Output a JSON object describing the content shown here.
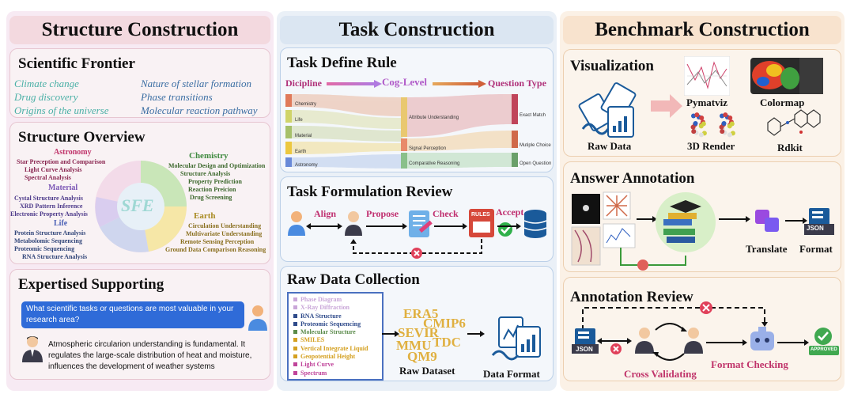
{
  "columns": {
    "structure": {
      "header": "Structure Construction"
    },
    "task": {
      "header": "Task Construction"
    },
    "benchmark": {
      "header": "Benchmark Construction"
    }
  },
  "scientific_frontier": {
    "title": "Scientific Frontier",
    "items_left": [
      "Climate change",
      "Drug discovery",
      "Origins of the universe"
    ],
    "items_right": [
      "Nature of stellar formation",
      "Phase transitions",
      "Molecular reaction pathway"
    ]
  },
  "structure_overview": {
    "title": "Structure Overview",
    "center": "SFE",
    "astronomy": {
      "name": "Astronomy",
      "items": [
        "Star Preception and Comparison",
        "Light Curve Analysis",
        "Spectral Analysis"
      ]
    },
    "material": {
      "name": "Material",
      "items": [
        "Cystal Structure Analysis",
        "XRD Pattern Inference",
        "Electronic Property Analysis"
      ]
    },
    "life": {
      "name": "Life",
      "items": [
        "Protein Structure Analysis",
        "Metabolomic Sequencing",
        "Proteomic Sequencing",
        "RNA Structure Analysis"
      ]
    },
    "chemistry": {
      "name": "Chemistry",
      "items": [
        "Molecular Design and Optimization",
        "Structure Analysis",
        "Property Prediction",
        "Reaction Preicion",
        "Drug Screening"
      ]
    },
    "earth": {
      "name": "Earth",
      "items": [
        "Circulation Understanding",
        "Multivariate Understanding",
        "Remote Sensing Perception",
        "Ground Data Comparison Reasoning"
      ]
    }
  },
  "expertised_supporting": {
    "title": "Expertised Supporting",
    "question": "What scientific tasks or questions are most valuable in your research area?",
    "answer": "Atmospheric circularion understanding is fundamental. It regulates the large-scale distribution of heat and moisture, influences the development of weather systems"
  },
  "task_define_rule": {
    "title": "Task Define Rule",
    "stage_labels": [
      "Dicipline",
      "Cog-Level",
      "Question Type"
    ],
    "disciplines": [
      "Chemistry",
      "Life",
      "Material",
      "Earth",
      "Astronomy"
    ],
    "cog_levels": [
      "Attribute Understanding",
      "Signal Perception",
      "Comparative Reasoning"
    ],
    "question_types": [
      "Exact Match",
      "Mutiple Choice",
      "Open Question"
    ]
  },
  "task_formulation_review": {
    "title": "Task Formulation Review",
    "steps": [
      "Align",
      "Propose",
      "Check",
      "Accept"
    ],
    "rules_label": "RULES"
  },
  "raw_data_collection": {
    "title": "Raw Data Collection",
    "data_types": [
      {
        "label": "Phase Diagram",
        "color": "#c9a6d8"
      },
      {
        "label": "X-Ray Diffraction",
        "color": "#c9a6d8"
      },
      {
        "label": "RNA Structure",
        "color": "#2e4a8a"
      },
      {
        "label": "Proteomic Sequencing",
        "color": "#2e4a8a"
      },
      {
        "label": "Molecular Structure",
        "color": "#5a8a4a"
      },
      {
        "label": "SMILES",
        "color": "#d4a020"
      },
      {
        "label": "Vertical Integrate Liquid",
        "color": "#d4a020"
      },
      {
        "label": "Geopotential Height",
        "color": "#d4a020"
      },
      {
        "label": "Light Curve",
        "color": "#c0449a"
      },
      {
        "label": "Spectrum",
        "color": "#c0449a"
      }
    ],
    "datasets": [
      "ERA5",
      "CMIP6",
      "SEVIR",
      "TDC",
      "MMU",
      "QM9"
    ],
    "raw_dataset_label": "Raw Dataset",
    "data_format_label": "Data Format"
  },
  "visualization": {
    "title": "Visualization",
    "tools": [
      "Pymatviz",
      "Colormap",
      "3D Render",
      "Rdkit"
    ],
    "raw_data_label": "Raw Data"
  },
  "answer_annotation": {
    "title": "Answer Annotation",
    "translate_label": "Translate",
    "format_label": "Format",
    "json_label": "JSON"
  },
  "annotation_review": {
    "title": "Annotation Review",
    "cross_validating": "Cross Validating",
    "format_checking": "Format Checking",
    "approved": "APPROVED",
    "json_label": "JSON"
  }
}
